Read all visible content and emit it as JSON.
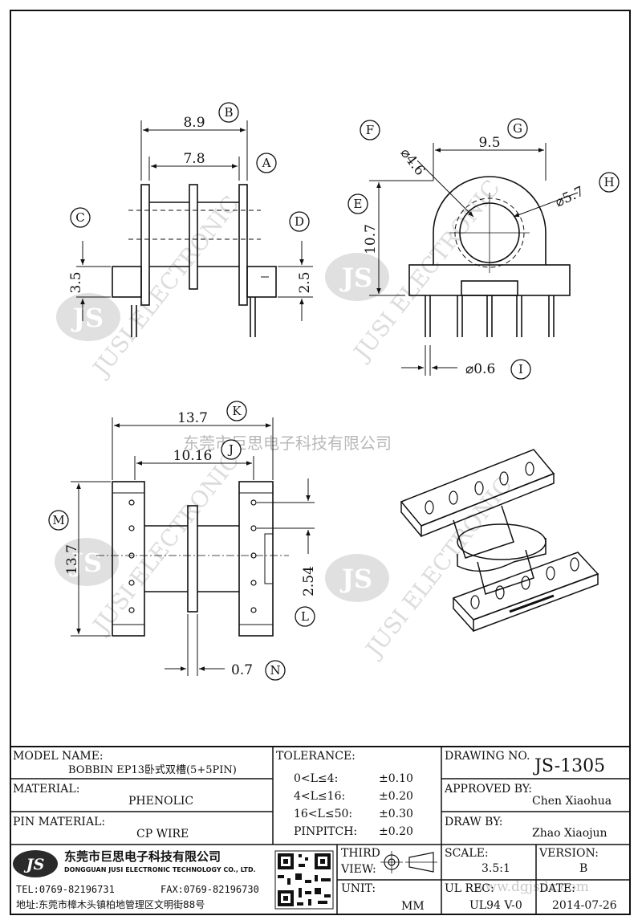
{
  "views": {
    "callouts": {
      "a": "A",
      "b": "B",
      "c": "C",
      "d": "D",
      "e": "E",
      "f": "F",
      "g": "G",
      "h": "H",
      "i": "I",
      "j": "J",
      "k": "K",
      "l": "L",
      "m": "M",
      "n": "N"
    },
    "dims": {
      "b": "8.9",
      "a": "7.8",
      "c": "3.5",
      "d": "2.5",
      "g": "9.5",
      "f": "⌀4.6",
      "h": "⌀5.7",
      "e": "10.7",
      "i": "⌀0.6",
      "k": "13.7",
      "j": "10.16",
      "m": "13.7",
      "l": "2.54",
      "n": "0.7"
    }
  },
  "watermark": {
    "brand": "JS",
    "text": "JUSI ELECTRONIC",
    "company": "东莞市巨思电子科技有限公司",
    "url": "www.dgjsdz.com"
  },
  "title_block": {
    "model_label": "MODEL NAME:",
    "model_value": "BOBBIN EP13卧式双槽(5+5PIN)",
    "material_label": "MATERIAL:",
    "material_value": "PHENOLIC",
    "pin_material_label": "PIN MATERIAL:",
    "pin_material_value": "CP WIRE",
    "tolerance_label": "TOLERANCE:",
    "tolerances": [
      {
        "range": "0<L≤4:",
        "value": "±0.10"
      },
      {
        "range": "4<L≤16:",
        "value": "±0.20"
      },
      {
        "range": "16<L≤50:",
        "value": "±0.30"
      },
      {
        "range": "PINPITCH:",
        "value": "±0.20"
      }
    ],
    "drawing_no_label": "DRAWING NO.",
    "drawing_no": "JS-1305",
    "approved_label": "APPROVED BY:",
    "approved_value": "Chen Xiaohua",
    "draw_label": "DRAW BY:",
    "draw_value": "Zhao Xiaojun",
    "third_view_label_1": "THIRD",
    "third_view_label_2": "VIEW:",
    "unit_label": "UNIT:",
    "unit_value": "MM",
    "scale_label": "SCALE:",
    "scale_value": "3.5:1",
    "version_label": "VERSION:",
    "version_value": "B",
    "ul_label": "UL REC:",
    "ul_value": "UL94 V-0",
    "date_label": "DATE:",
    "date_value": "2014-07-26",
    "company_logo": "JS",
    "company_cn": "东莞市巨思电子科技有限公司",
    "company_en": "DONGGUAN JUSI ELECTRONIC TECHNOLOGY CO., LTD.",
    "tel": "TEL:0769-82196731",
    "fax": "FAX:0769-82196730",
    "address": "地址:东莞市樟木头镇柏地管理区文明街88号"
  }
}
